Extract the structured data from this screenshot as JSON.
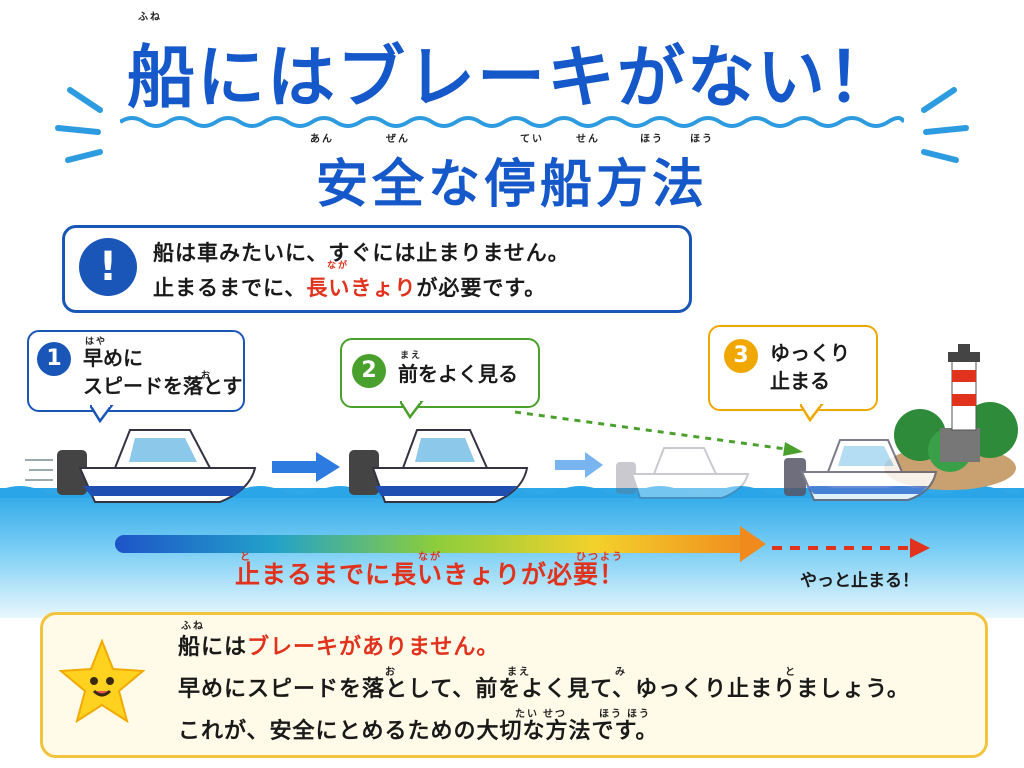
{
  "title": {
    "main": "船にはブレーキがない！",
    "main_ruby": "ふね",
    "sub": "安全な停船方法",
    "sub_ruby": [
      "あん",
      "ぜん",
      "てい",
      "せん",
      "ほう",
      "ほう"
    ]
  },
  "warning": {
    "icon": "exclamation-icon",
    "line1": "船は車みたいに、すぐには止まりません。",
    "line2_pre": "止まるまでに、",
    "line2_red": "長いきょり",
    "line2_red_ruby": "なが",
    "line2_post": "が必要です。"
  },
  "steps": [
    {
      "number": "1",
      "ruby": "はや",
      "line1": "早めに",
      "line2": "スピードを落とす",
      "ruby2": "お",
      "color": "#1a56b8"
    },
    {
      "number": "2",
      "ruby": "まえ",
      "line1": "前をよく見る",
      "line2": "",
      "color": "#4aa02c"
    },
    {
      "number": "3",
      "line1": "ゆっくり",
      "line2": "止まる",
      "color": "#f0a800"
    }
  ],
  "distance": {
    "label": "止まるまでに長いきょりが必要！",
    "ruby_left": "と",
    "ruby_mid": "なが",
    "ruby_right": "ひつよう",
    "stop_label": "やっと止まる！"
  },
  "summary": {
    "icon": "smiling-star-icon",
    "line1_pre": "船には",
    "line1_red": "ブレーキがありません。",
    "line1_ruby": "ふね",
    "line2": "早めにスピードを落として、前をよく見て、ゆっくり止まりましょう。",
    "line2_ruby": [
      "お",
      "まえ",
      "み",
      "と"
    ],
    "line3": "これが、安全にとめるための大切な方法です。",
    "line3_ruby": [
      "たい",
      "せつ",
      "ほう",
      "ほう"
    ]
  },
  "colors": {
    "brand": "#1558c9",
    "accent_red": "#e0321c",
    "step1": "#1a56b8",
    "step2": "#4aa02c",
    "step3": "#f0a800"
  }
}
